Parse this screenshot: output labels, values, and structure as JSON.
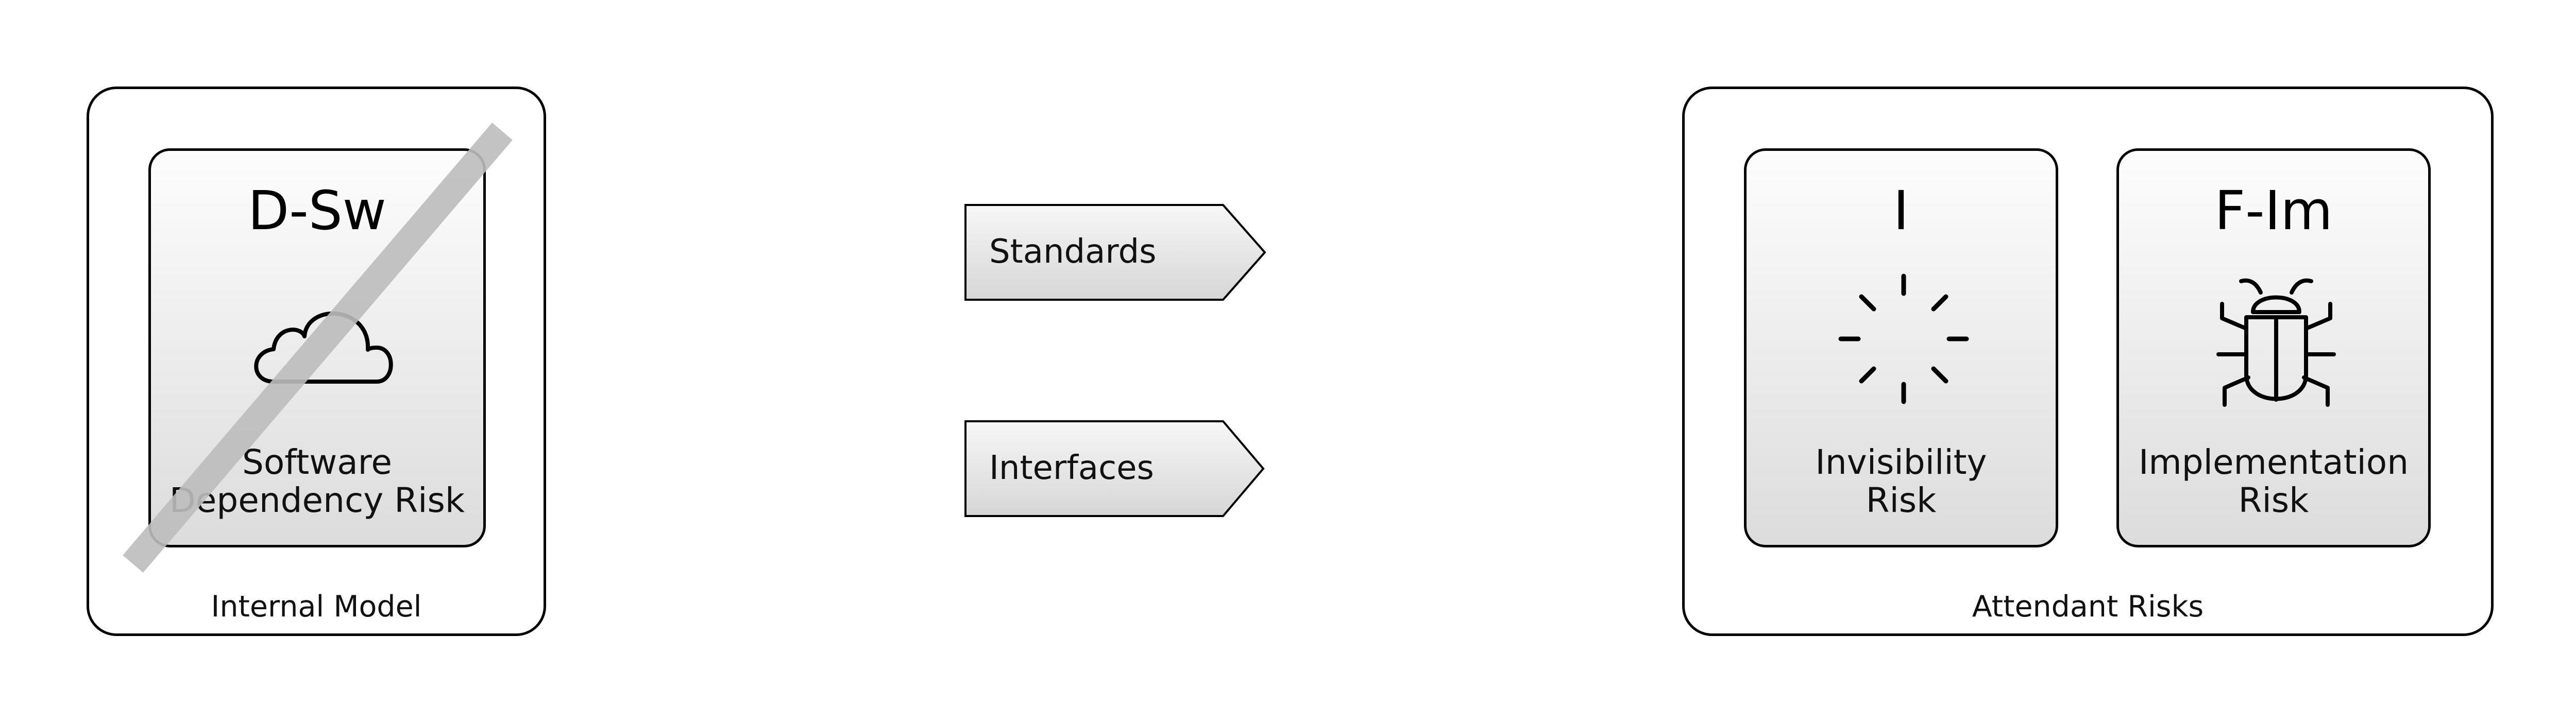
{
  "groups": {
    "internal": {
      "label": "Internal Model"
    },
    "attendant": {
      "label": "Attendant Risks"
    }
  },
  "cards": {
    "dsw": {
      "code": "D-Sw",
      "name_line1": "Software",
      "name_line2": "Dependency Risk",
      "icon": "cloud-icon",
      "struck_out": true
    },
    "inv": {
      "code": "I",
      "name_line1": "Invisibility",
      "name_line2": "Risk",
      "icon": "loading-spinner-icon"
    },
    "fim": {
      "code": "F-Im",
      "name_line1": "Implementation",
      "name_line2": "Risk",
      "icon": "bug-icon"
    }
  },
  "arrows": {
    "standards": {
      "label": "Standards"
    },
    "interfaces": {
      "label": "Interfaces"
    }
  },
  "colors": {
    "stroke": "#000000",
    "card_gradient_top": "#fdfdfd",
    "card_gradient_bottom": "#dcdcdc",
    "strike": "#bdbdbd",
    "arrow_fill_top": "#f7f7f7",
    "arrow_fill_bottom": "#d6d6d6"
  }
}
